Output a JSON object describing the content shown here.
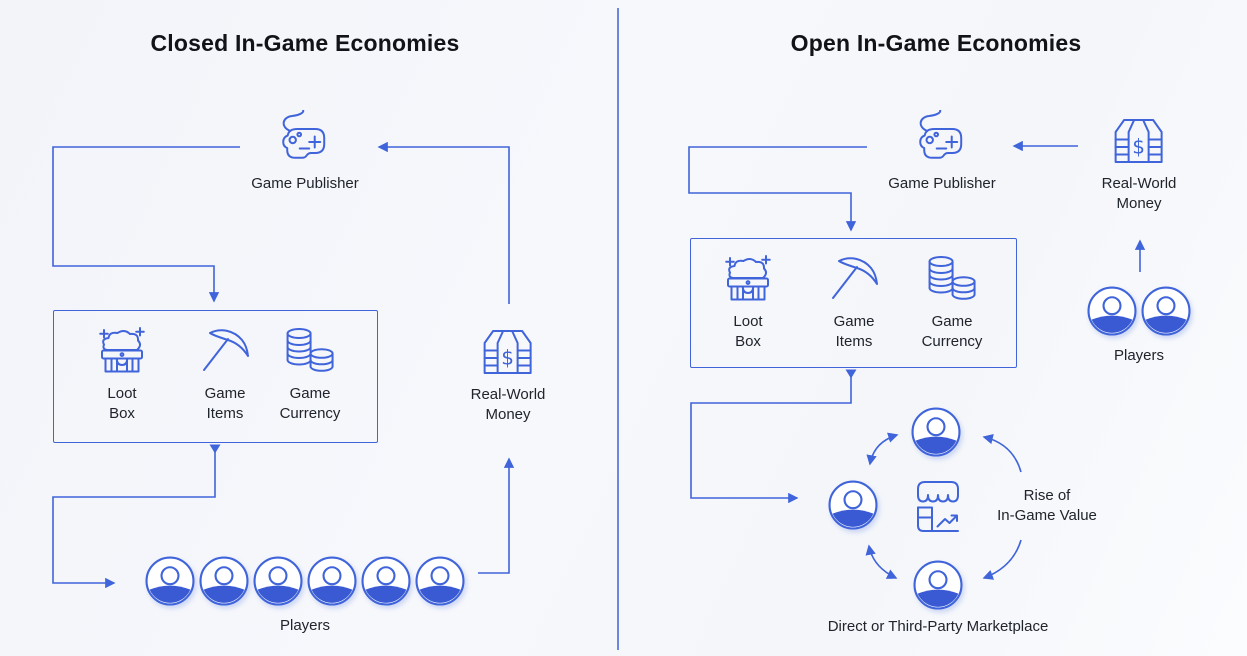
{
  "shared": {
    "money_symbol": "$",
    "one": 1
  },
  "colors": {
    "line_blue": "#4064da",
    "solid_blue": "#3a5ad4",
    "divider_blue": "#6c86e2",
    "background": "#f6f7fb",
    "title_text": "#111318",
    "label_text": "#20242c"
  },
  "left_panel": {
    "title": "Closed In-Game Economies",
    "publisher": {
      "label": "Game Publisher",
      "icon": "gamepad-icon"
    },
    "items_box": {
      "items": [
        {
          "icon": "loot-box-icon",
          "line1": "Loot",
          "line2": "Box"
        },
        {
          "icon": "pickaxe-icon",
          "line1": "Game",
          "line2": "Items"
        },
        {
          "icon": "coins-icon",
          "line1": "Game",
          "line2": "Currency"
        }
      ]
    },
    "money": {
      "icon": "money-stack-icon",
      "line1": "Real-World",
      "line2": "Money"
    },
    "players": {
      "label": "Players",
      "count": 6
    }
  },
  "right_panel": {
    "title": "Open In-Game Economies",
    "publisher": {
      "label": "Game Publisher",
      "icon": "gamepad-icon"
    },
    "money": {
      "icon": "money-stack-icon",
      "line1": "Real-World",
      "line2": "Money"
    },
    "players": {
      "label": "Players",
      "count": 2
    },
    "items_box": {
      "items": [
        {
          "icon": "loot-box-icon",
          "line1": "Loot",
          "line2": "Box"
        },
        {
          "icon": "pickaxe-icon",
          "line1": "Game",
          "line2": "Items"
        },
        {
          "icon": "coins-icon",
          "line1": "Game",
          "line2": "Currency"
        }
      ]
    },
    "marketplace_circle": {
      "icon": "storefront-chart-icon",
      "player_node_count": 3,
      "rise_line1": "Rise of",
      "rise_line2": "In-Game Value",
      "caption": "Direct or Third-Party Marketplace"
    }
  }
}
